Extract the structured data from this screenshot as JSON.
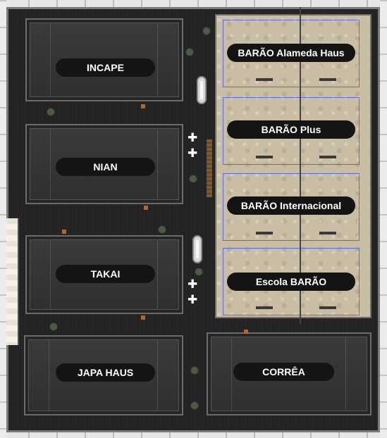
{
  "booths": {
    "incape": {
      "label": "INCAPE"
    },
    "nian": {
      "label": "NIAN"
    },
    "takai": {
      "label": "TAKAI"
    },
    "japa_haus": {
      "label": "JAPA HAUS"
    },
    "correa": {
      "label": "CORRÊA"
    }
  },
  "barao_units": [
    {
      "label": "BARÃO Alameda Haus"
    },
    {
      "label": "BARÃO Plus"
    },
    {
      "label": "BARÃO Internacional"
    },
    {
      "label": "Escola BARÃO"
    }
  ],
  "colors": {
    "label_bg": "#141414",
    "label_text": "#ffffff",
    "booth_fill": "#333333",
    "beige_floor": "#c9bda4",
    "unit_border": "#5a6ad8"
  },
  "icons": {
    "aisle_marker": "white-cross-icon",
    "capsule": "capsule-bench-icon"
  }
}
